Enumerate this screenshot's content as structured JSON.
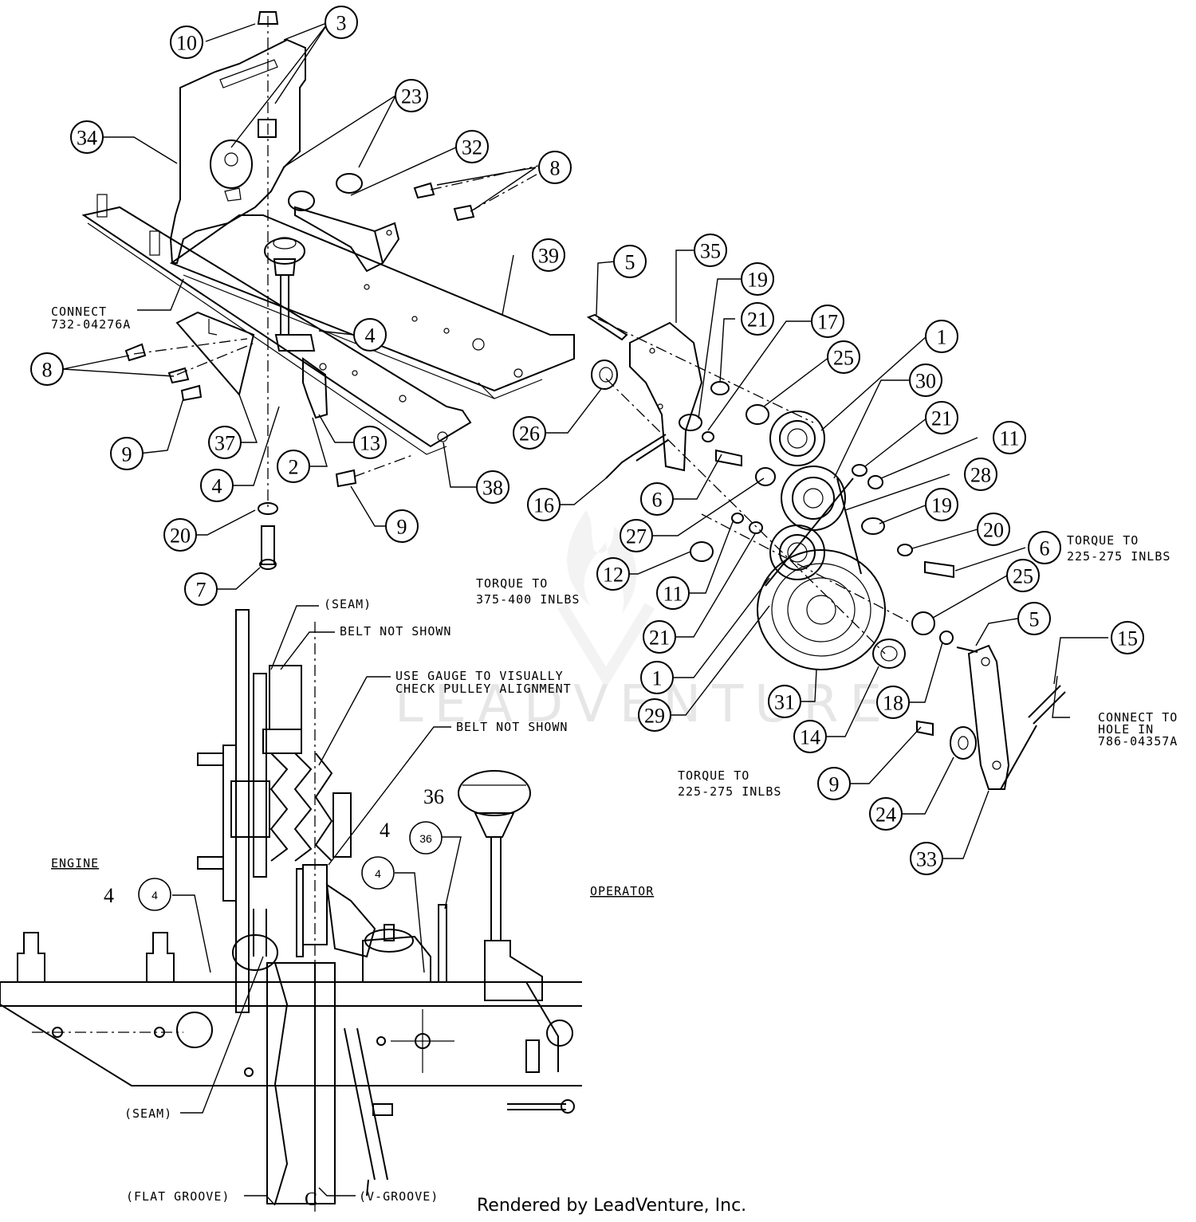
{
  "callouts": [
    {
      "n": "10"
    },
    {
      "n": "3"
    },
    {
      "n": "23"
    },
    {
      "n": "34"
    },
    {
      "n": "32"
    },
    {
      "n": "8"
    },
    {
      "n": "39"
    },
    {
      "n": "5"
    },
    {
      "n": "35"
    },
    {
      "n": "19"
    },
    {
      "n": "21"
    },
    {
      "n": "17"
    },
    {
      "n": "1"
    },
    {
      "n": "25"
    },
    {
      "n": "30"
    },
    {
      "n": "21"
    },
    {
      "n": "11"
    },
    {
      "n": "28"
    },
    {
      "n": "19"
    },
    {
      "n": "20"
    },
    {
      "n": "6"
    },
    {
      "n": "25"
    },
    {
      "n": "5"
    },
    {
      "n": "15"
    },
    {
      "n": "4"
    },
    {
      "n": "8"
    },
    {
      "n": "9"
    },
    {
      "n": "37"
    },
    {
      "n": "13"
    },
    {
      "n": "2"
    },
    {
      "n": "4"
    },
    {
      "n": "38"
    },
    {
      "n": "26"
    },
    {
      "n": "16"
    },
    {
      "n": "6"
    },
    {
      "n": "27"
    },
    {
      "n": "12"
    },
    {
      "n": "11"
    },
    {
      "n": "21"
    },
    {
      "n": "1"
    },
    {
      "n": "29"
    },
    {
      "n": "31"
    },
    {
      "n": "14"
    },
    {
      "n": "18"
    },
    {
      "n": "9"
    },
    {
      "n": "24"
    },
    {
      "n": "33"
    },
    {
      "n": "9"
    },
    {
      "n": "20"
    },
    {
      "n": "7"
    }
  ],
  "small_callouts": [
    {
      "n": "4"
    },
    {
      "n": "4"
    },
    {
      "n": "36"
    }
  ],
  "notes": {
    "connect1_line1": "CONNECT",
    "connect1_line2": "732-04276A",
    "torque_375_line1": "TORQUE TO",
    "torque_375_line2": "375-400 INLBS",
    "torque_225a_line1": "TORQUE TO",
    "torque_225a_line2": "225-275 INLBS",
    "torque_225b_line1": "TORQUE TO",
    "torque_225b_line2": "225-275 INLBS",
    "connect2_line1": "CONNECT TO",
    "connect2_line2": "HOLE IN",
    "connect2_line3": "786-04357A",
    "seam_top": "(SEAM)",
    "belt_not_shown_1": "BELT NOT SHOWN",
    "gauge_line1": "USE GAUGE TO VISUALLY",
    "gauge_line2": "CHECK PULLEY ALIGNMENT",
    "belt_not_shown_2": "BELT NOT SHOWN",
    "engine": "ENGINE",
    "operator": "OPERATOR",
    "seam_bottom": "(SEAM)",
    "flat_groove": "(FLAT GROOVE)",
    "v_groove": "(V-GROOVE)",
    "cl": "C",
    "big_36": "36",
    "big_4_a": "4",
    "big_4_b": "4"
  },
  "watermark": "LEADVENTURE",
  "footer": "Rendered by LeadVenture, Inc."
}
